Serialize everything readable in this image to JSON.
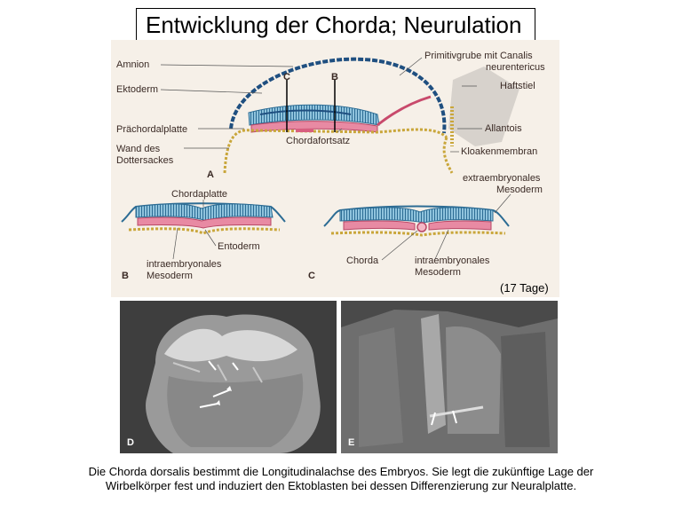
{
  "title": "Entwicklung der Chorda; Neurulation",
  "figure_a": {
    "letter": "A",
    "section_marks": [
      "C",
      "B"
    ],
    "labels_left": [
      "Amnion",
      "Ektoderm",
      "Prächordalplatte",
      "Wand des",
      "Dottersackes"
    ],
    "label_center": "Chordafortsatz",
    "labels_right": [
      "Primitivgrube mit Canalis",
      "neurentericus",
      "Haftstiel",
      "Allantois",
      "Kloakenmembran"
    ]
  },
  "figure_b": {
    "letter": "B",
    "labels": [
      "Chordaplatte",
      "Entoderm",
      "intraembryonales",
      "Mesoderm"
    ]
  },
  "figure_c": {
    "letter": "C",
    "labels": [
      "extraembryonales",
      "Mesoderm",
      "Chorda",
      "intraembryonales",
      "Mesoderm"
    ]
  },
  "duration": "(17 Tage)",
  "sem_images": [
    {
      "letter": "D"
    },
    {
      "letter": "E"
    }
  ],
  "caption": {
    "line1": "Die Chorda dorsalis bestimmt die Longitudinalachse des Embryos. Sie legt die zukünftige Lage der",
    "line2": "Wirbelkörper fest und induziert den Ektoblasten bei dessen Differenzierung zur Neuralplatte."
  },
  "colors": {
    "ectoderm": "#3f7fa8",
    "mesoderm": "#d85f7f",
    "endoderm": "#d8b24a",
    "amnion": "#1f4f80",
    "background_panel": "#f6f0e8"
  }
}
